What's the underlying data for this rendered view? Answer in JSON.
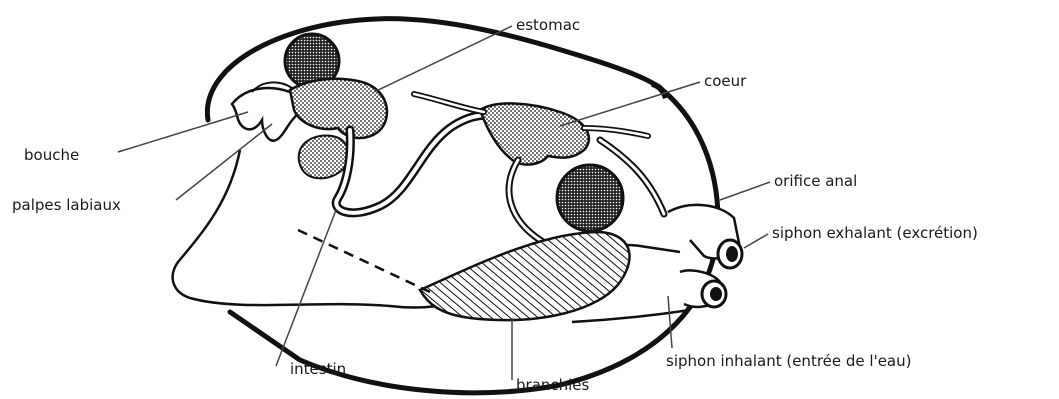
{
  "labels": {
    "estomac": "estomac",
    "coeur": "coeur",
    "bouche": "bouche",
    "palpes": "palpes labiaux",
    "orifice": "orifice anal",
    "siphon_exhalant": "siphon exhalant (excrétion)",
    "siphon_inhalant": "siphon inhalant (entrée de l'eau)",
    "intestin": "intestin",
    "branchies": "branchies"
  },
  "colors": {
    "stroke": "#111111",
    "text": "#1a1a1a",
    "background": "#ffffff"
  }
}
